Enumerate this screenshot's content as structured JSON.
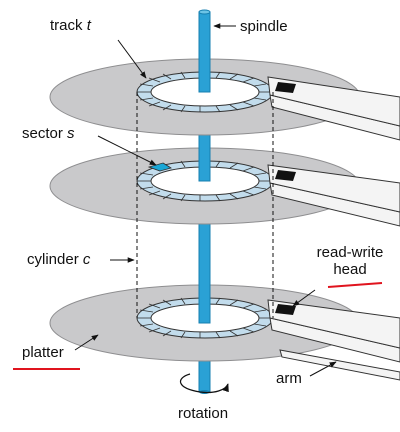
{
  "labels": {
    "track": {
      "word": "track",
      "var": "t"
    },
    "spindle": "spindle",
    "sector": {
      "word": "sector",
      "var": "s"
    },
    "cylinder": {
      "word": "cylinder",
      "var": "c"
    },
    "read_write_head": {
      "line1": "read-write",
      "line2": "head"
    },
    "platter": "platter",
    "arm": "arm",
    "rotation": "rotation"
  },
  "colors": {
    "platter": "#c9c9cb",
    "platter_edge": "#8e8e90",
    "track_ring": "#c2dcec",
    "sector_highlight": "#1aa7d6",
    "spindle": "#2aa1d5",
    "spindle_dark": "#167fb0",
    "arm": "#f4f4f4",
    "head": "#111111",
    "underline": "#e0141e"
  }
}
